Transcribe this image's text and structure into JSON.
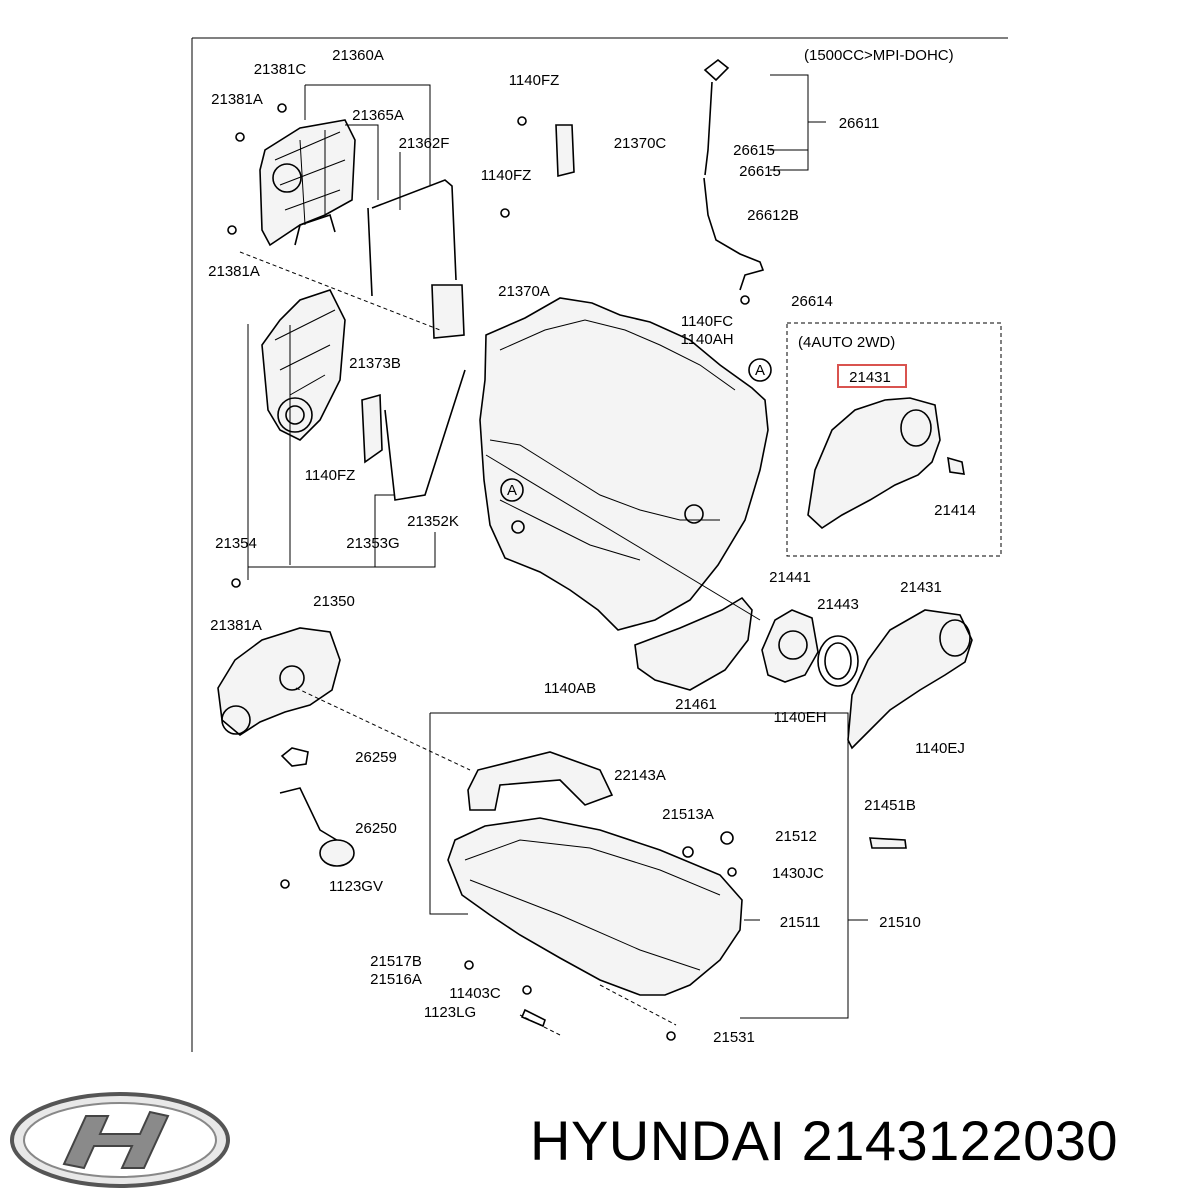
{
  "diagram": {
    "engine_note": "(1500CC>MPI-DOHC)",
    "inset_note": "(4AUTO 2WD)",
    "ref_marker": "A",
    "highlight_color": "#d9534f",
    "highlighted_part": "21431",
    "labels": [
      "21360A",
      "21381C",
      "21381A",
      "21365A",
      "21362F",
      "1140FZ",
      "21370C",
      "1140FZ",
      "21381A",
      "21370A",
      "21373B",
      "1140FZ",
      "21354",
      "21353G",
      "21352K",
      "21350",
      "21381A",
      "26259",
      "26250",
      "1123GV",
      "26611",
      "26615",
      "26615",
      "26612B",
      "26614",
      "1140FC",
      "1140AH",
      "21431",
      "21414",
      "21441",
      "21443",
      "21431",
      "1140AB",
      "21461",
      "1140EH",
      "1140EJ",
      "22143A",
      "21513A",
      "21512",
      "21451B",
      "1430JC",
      "21511",
      "21510",
      "21517B",
      "21516A",
      "11403C",
      "1123LG",
      "21531"
    ]
  },
  "brand": {
    "logo": "hyundai-logo",
    "caption": "HYUNDAI 2143122030"
  }
}
